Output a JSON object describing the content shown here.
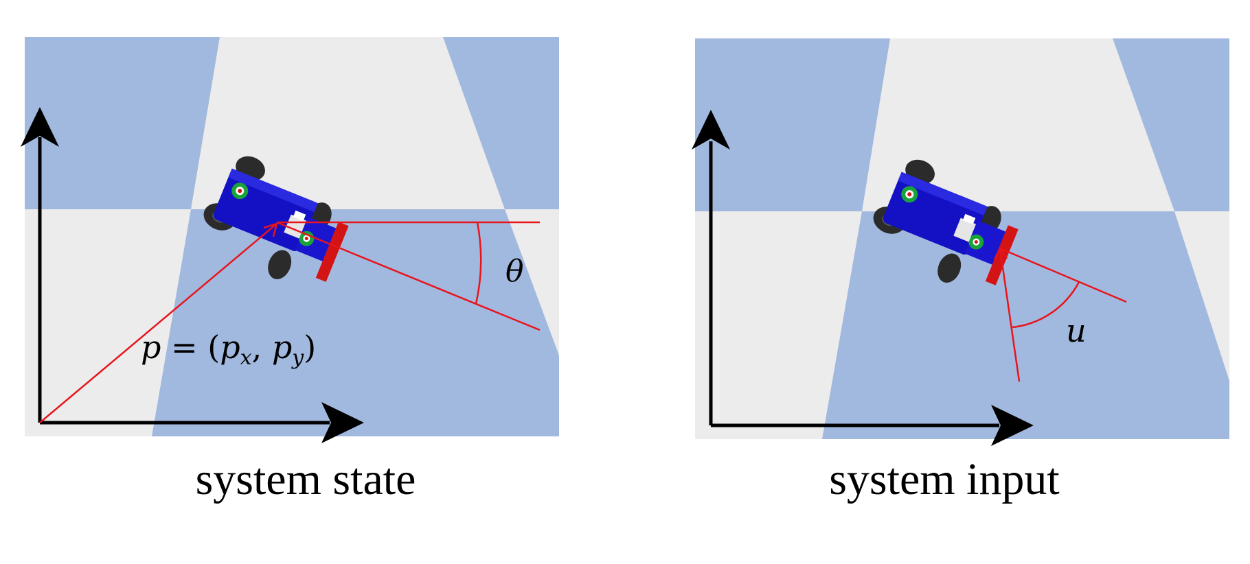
{
  "colors": {
    "floor_blue": "#a2b9df",
    "floor_white": "#ececec",
    "axis": "#000000",
    "annotation": "#e8141c",
    "car_body": "#1411c4",
    "bumper": "#d41414",
    "tire": "#2b2b2b"
  },
  "panels": [
    {
      "caption": "system state",
      "position_label": {
        "p": "p",
        "eq": " = (",
        "px_base": "p",
        "px_sub": "x",
        "comma": ", ",
        "py_base": "p",
        "py_sub": "y",
        "close": ")"
      },
      "angle_label": "θ"
    },
    {
      "caption": "system input",
      "angle_label": "u"
    }
  ]
}
